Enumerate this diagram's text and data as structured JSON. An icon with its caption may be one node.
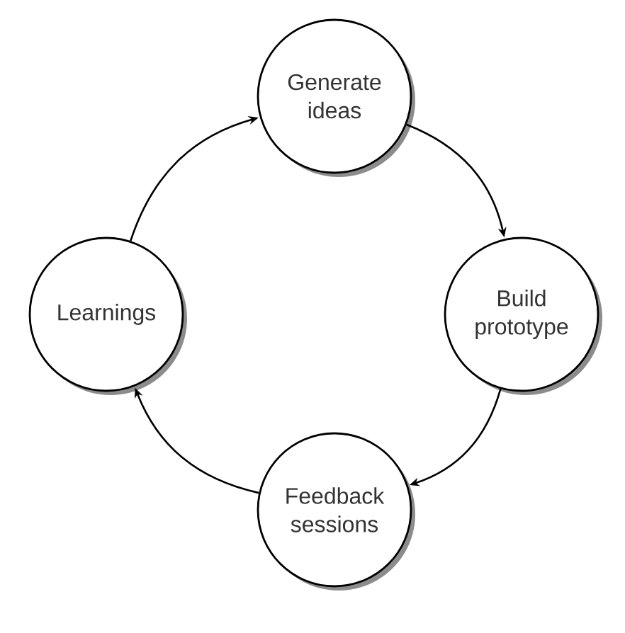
{
  "diagram": {
    "nodes": [
      {
        "text": [
          "Generate ideas"
        ]
      },
      {
        "text": [
          "Build prototype"
        ]
      },
      {
        "text": [
          "Feedback sessions"
        ]
      },
      {
        "text": [
          "Learnings"
        ]
      }
    ],
    "edges": [
      {
        "from": 0,
        "to": 1,
        "arrow": "to"
      },
      {
        "from": 1,
        "to": 2,
        "arrow": "to"
      },
      {
        "from": 2,
        "to": 3,
        "arrow": "to"
      },
      {
        "from": 3,
        "to": 0,
        "arrow": "to"
      }
    ]
  }
}
